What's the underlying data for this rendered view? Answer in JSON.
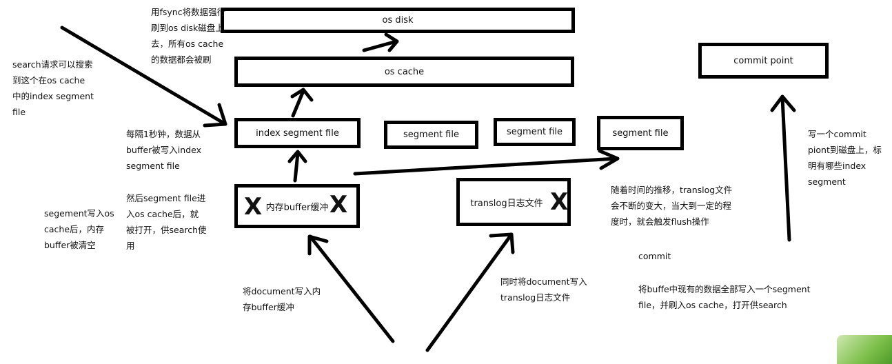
{
  "boxes": {
    "os_disk": "os disk",
    "os_cache": "os cache",
    "index_segment_file": "index segment file",
    "segment_file_1": "segment file",
    "segment_file_2": "segment file",
    "segment_file_3": "segment file",
    "commit_point": "commit point",
    "memory_buffer": "内存buffer缓冲",
    "translog": "translog日志文件"
  },
  "notes": {
    "fsync": "用fsync将数据强行\n刷到os disk磁盘上\n去，所有os cache\n的数据都会被刷",
    "search": "search请求可以搜索\n到这个在os cache\n中的index segment\nfile",
    "every_second": "每隔1秒钟，数据从\nbuffer被写入index\nsegment file",
    "then_segment": "然后segment file进\n入os cache后，就\n被打开，供search使\n用",
    "segment_cleared": "segement写入os\ncache后，内存\nbuffer被清空",
    "write_doc": "将document写入内\n存buffer缓冲",
    "also_write": "同时将document写入\ntranslog日志文件",
    "translog_grow": "随着时间的推移，translog文件\n会不断的变大，当大到一定的程\n度时，就会触发flush操作",
    "commit_label": "commit",
    "commit_desc": "将buffe中现有的数据全部写入一个segment\nfile，并刷入os cache，打开供search",
    "write_commit": "写一个commit\npiont到磁盘上，标\n明有哪些index\nsegment"
  },
  "marks": {
    "x": "X"
  }
}
